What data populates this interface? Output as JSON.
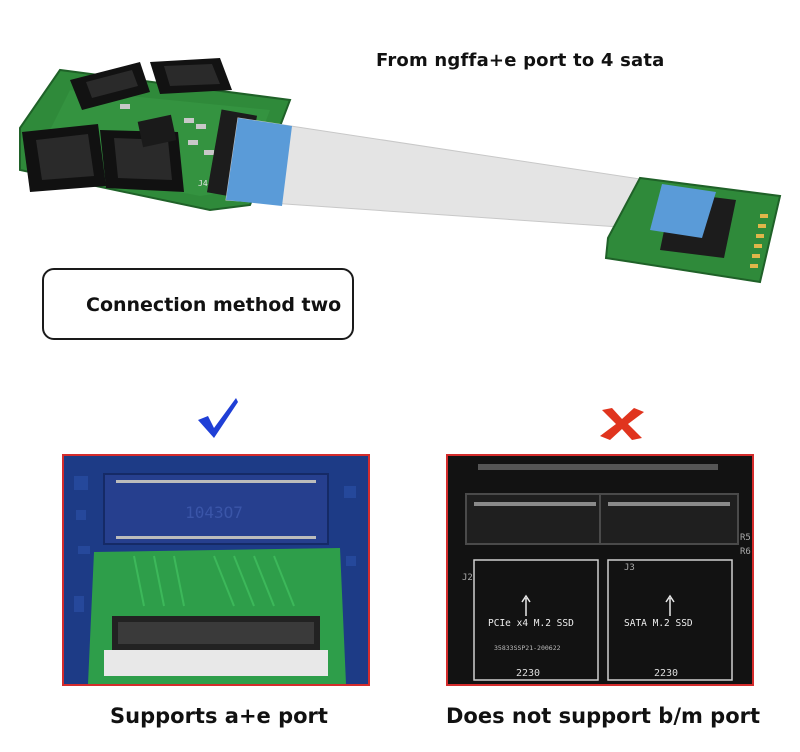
{
  "title": "From ngffa+e port to 4 sata",
  "connection_method": "Connection method two",
  "supported": {
    "caption": "Supports a+e port",
    "mark": "check-icon",
    "mark_color": "#1f3fd6"
  },
  "unsupported": {
    "caption": "Does not support b/m port",
    "mark": "cross-icon",
    "mark_color": "#e0341e",
    "board_labels": {
      "slot_left": "PCIe x4 M.2 SSD",
      "slot_right": "SATA M.2 SSD",
      "serial": "35833SSP21-200622",
      "size_left": "2230",
      "size_right": "2230",
      "j2": "J2",
      "j3": "J3",
      "r5": "R5",
      "r6": "R6"
    }
  }
}
